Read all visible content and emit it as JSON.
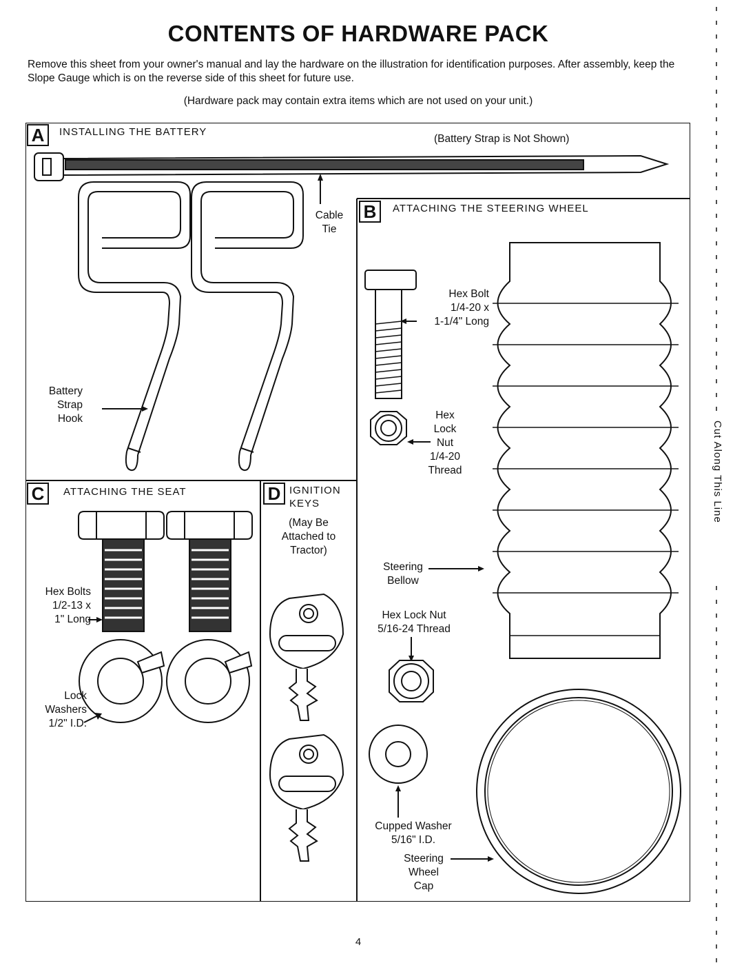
{
  "title": "CONTENTS OF HARDWARE PACK",
  "intro": "Remove this sheet from your owner's manual and lay the hardware on the illustration for identification purposes. After assembly, keep the Slope Gauge which is on the reverse side of this sheet for future use.",
  "note": "(Hardware pack may contain extra items which are not used on your unit.)",
  "sections": {
    "a": {
      "letter": "A",
      "heading": "INSTALLING THE BATTERY",
      "note": "(Battery Strap is Not Shown)",
      "cable_tie_line1": "Cable",
      "cable_tie_line2": "Tie",
      "hook_line1": "Battery",
      "hook_line2": "Strap",
      "hook_line3": "Hook"
    },
    "b": {
      "letter": "B",
      "heading": "ATTACHING THE STEERING WHEEL",
      "hex_bolt_line1": "Hex Bolt",
      "hex_bolt_line2": "1/4-20 x",
      "hex_bolt_line3": "1-1/4\" Long",
      "lock_nut_line1": "Hex",
      "lock_nut_line2": "Lock",
      "lock_nut_line3": "Nut",
      "lock_nut_line4": "1/4-20",
      "lock_nut_line5": "Thread",
      "bellow_line1": "Steering",
      "bellow_line2": "Bellow",
      "nut2_line1": "Hex Lock Nut",
      "nut2_line2": "5/16-24 Thread",
      "washer_line1": "Cupped Washer",
      "washer_line2": "5/16\" I.D.",
      "cap_line1": "Steering",
      "cap_line2": "Wheel",
      "cap_line3": "Cap"
    },
    "c": {
      "letter": "C",
      "heading": "ATTACHING THE SEAT",
      "bolts_line1": "Hex Bolts",
      "bolts_line2": "1/2-13 x",
      "bolts_line3": "1\" Long",
      "washers_line1": "Lock",
      "washers_line2": "Washers",
      "washers_line3": "1/2\" I.D."
    },
    "d": {
      "letter": "D",
      "heading_line1": "IGNITION",
      "heading_line2": "KEYS",
      "note_line1": "(May Be",
      "note_line2": "Attached to",
      "note_line3": "Tractor)"
    }
  },
  "cut_line": "Cut Along This Line",
  "page_number": "4"
}
